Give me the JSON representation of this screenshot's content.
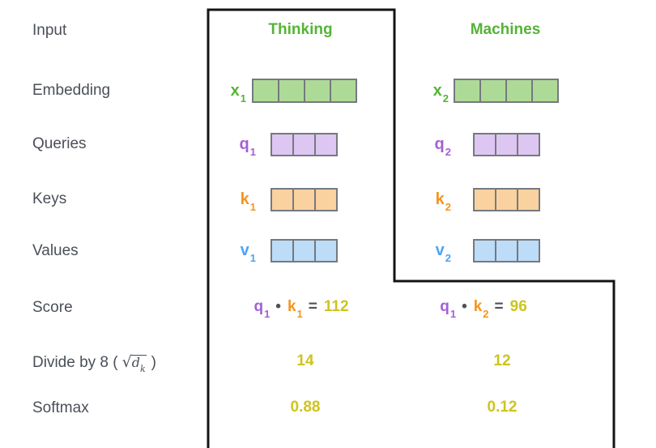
{
  "row_labels": {
    "input": "Input",
    "embedding": "Embedding",
    "queries": "Queries",
    "keys": "Keys",
    "values": "Values",
    "score": "Score",
    "divide_prefix": "Divide by 8 (",
    "divide_sqrt": "√",
    "divide_radicand": "d",
    "divide_radicand_sub": "k",
    "divide_suffix": ")",
    "softmax": "Softmax"
  },
  "headers": {
    "col1": "Thinking",
    "col2": "Machines"
  },
  "vectors": {
    "x1": {
      "base": "x",
      "sub": "1",
      "cells": 4
    },
    "x2": {
      "base": "x",
      "sub": "2",
      "cells": 4
    },
    "q1": {
      "base": "q",
      "sub": "1",
      "cells": 3
    },
    "q2": {
      "base": "q",
      "sub": "2",
      "cells": 3
    },
    "k1": {
      "base": "k",
      "sub": "1",
      "cells": 3
    },
    "k2": {
      "base": "k",
      "sub": "2",
      "cells": 3
    },
    "v1": {
      "base": "v",
      "sub": "1",
      "cells": 3
    },
    "v2": {
      "base": "v",
      "sub": "2",
      "cells": 3
    }
  },
  "scores": {
    "s1": {
      "q_base": "q",
      "q_sub": "1",
      "dot": "•",
      "k_base": "k",
      "k_sub": "1",
      "equals": "=",
      "value": "112"
    },
    "s2": {
      "q_base": "q",
      "q_sub": "1",
      "dot": "•",
      "k_base": "k",
      "k_sub": "2",
      "equals": "=",
      "value": "96"
    }
  },
  "divide_values": {
    "col1": "14",
    "col2": "12"
  },
  "softmax_values": {
    "col1": "0.88",
    "col2": "0.12"
  },
  "colors": {
    "green_text": "#54b435",
    "green_fill": "#aeda97",
    "purple_text": "#a55fd5",
    "purple_fill": "#ddc6f1",
    "orange_text": "#f5941f",
    "orange_fill": "#fad2a0",
    "blue_text": "#4da3f5",
    "blue_fill": "#bcdcf8",
    "yellow_text": "#cdc41f",
    "symbol_dark": "#4d525a",
    "label_text": "#4a4f57",
    "cell_border": "#75797f",
    "outline": "#141414"
  }
}
